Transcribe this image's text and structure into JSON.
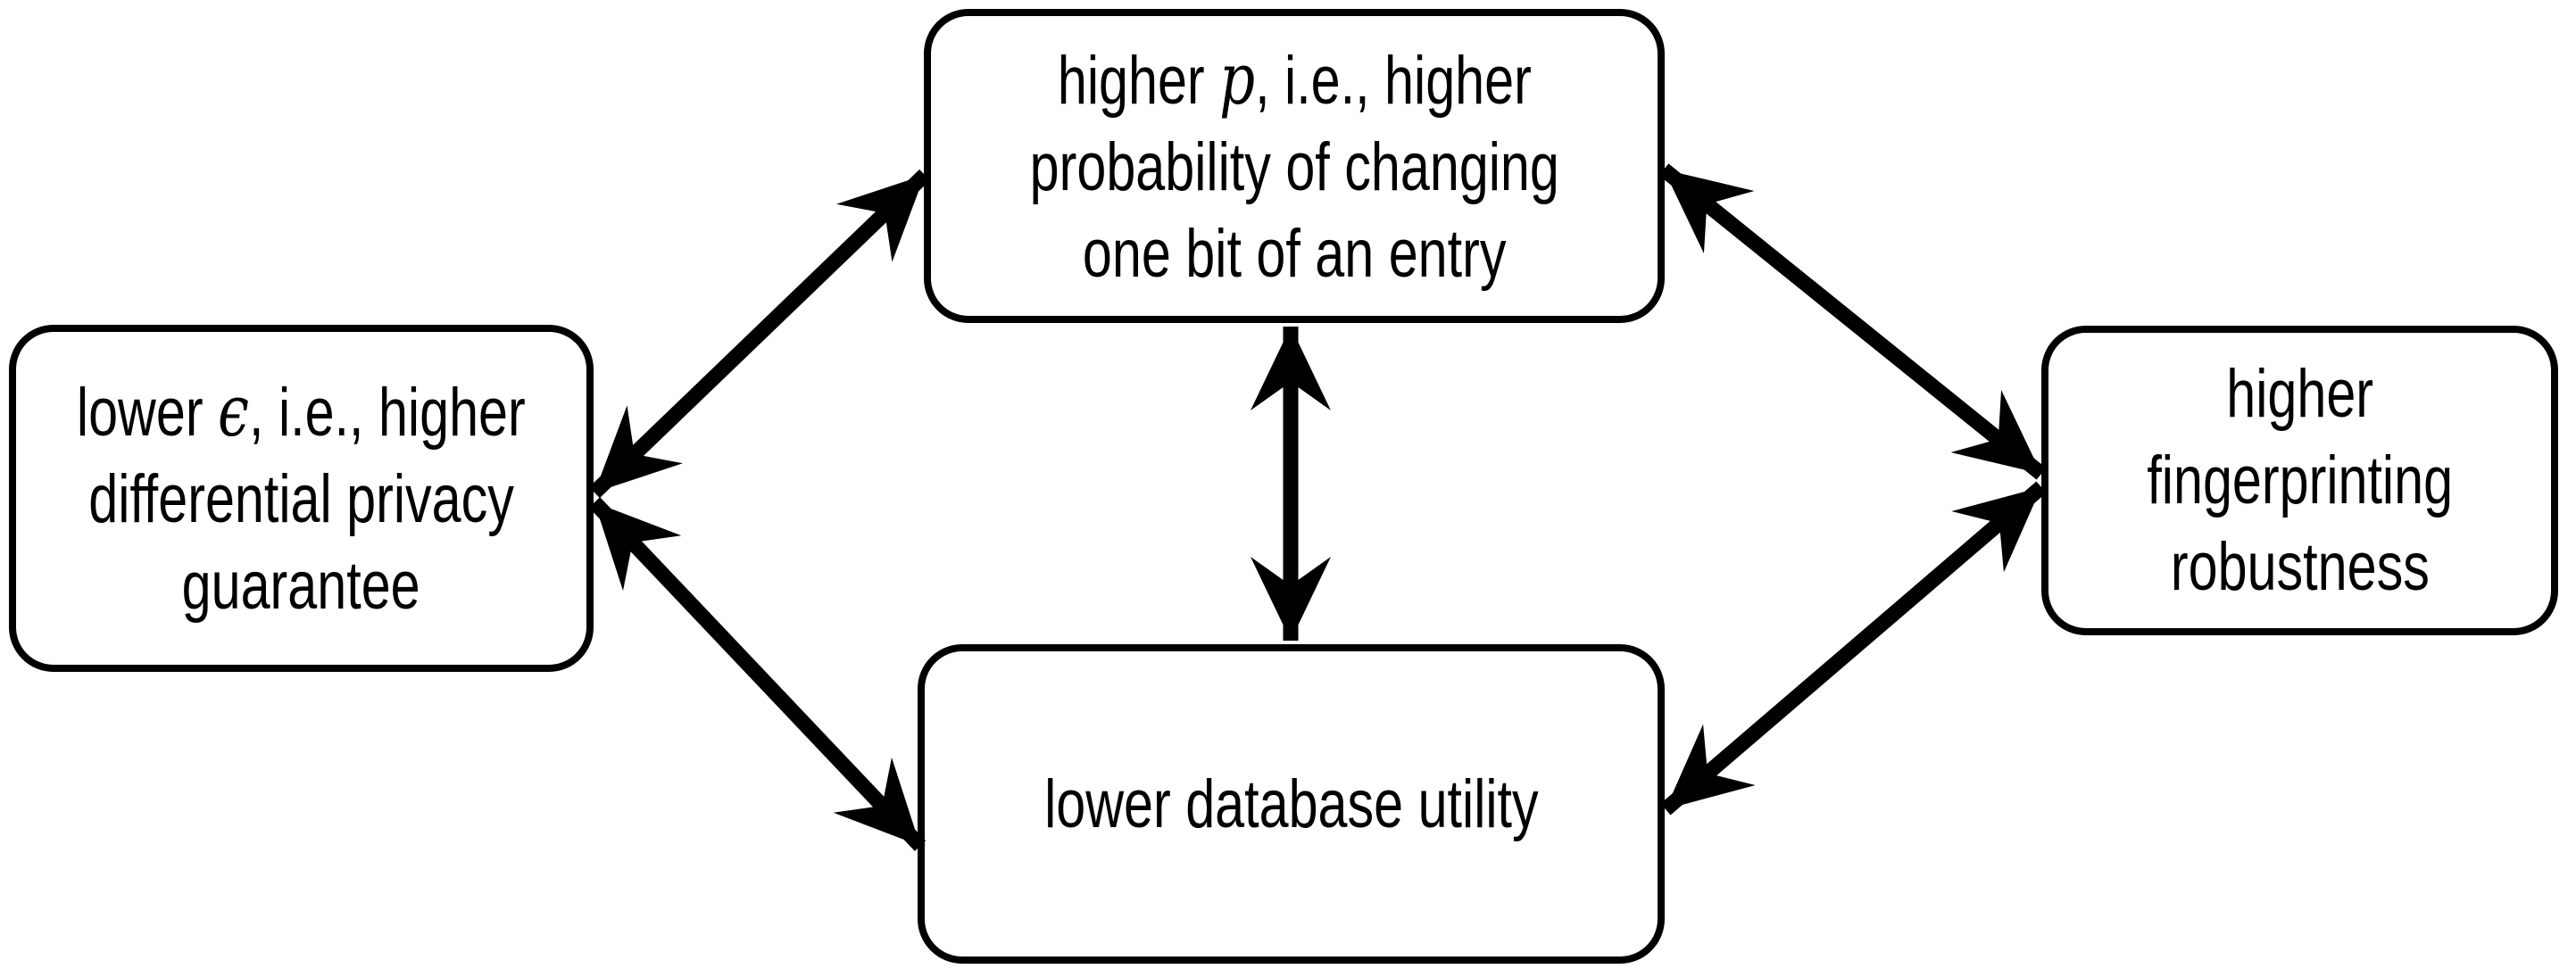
{
  "diagram": {
    "background_color": "#ffffff",
    "node_border_color": "#000000",
    "node_fill_color": "#ffffff",
    "arrow_color": "#000000",
    "nodes": {
      "flip_probability": {
        "position": "top-center",
        "lines": [
          {
            "pre": "higher ",
            "math": "p",
            "post": ", i.e., higher"
          },
          {
            "pre": "probability of changing"
          },
          {
            "pre": "one bit of an entry"
          }
        ]
      },
      "dp_guarantee": {
        "position": "middle-left",
        "lines": [
          {
            "pre": "lower ",
            "math": "ϵ",
            "post": ", i.e., higher"
          },
          {
            "pre": "differential privacy"
          },
          {
            "pre": "guarantee"
          }
        ]
      },
      "fingerprinting_robustness": {
        "position": "middle-right",
        "lines": [
          {
            "pre": "higher"
          },
          {
            "pre": "fingerprinting"
          },
          {
            "pre": "robustness"
          }
        ]
      },
      "database_utility": {
        "position": "bottom-center",
        "lines": [
          {
            "pre": "lower database utility"
          }
        ]
      }
    },
    "edges": [
      {
        "between": [
          "dp_guarantee",
          "flip_probability"
        ],
        "style": "double-headed"
      },
      {
        "between": [
          "dp_guarantee",
          "database_utility"
        ],
        "style": "double-headed"
      },
      {
        "between": [
          "flip_probability",
          "database_utility"
        ],
        "style": "double-headed"
      },
      {
        "between": [
          "flip_probability",
          "fingerprinting_robustness"
        ],
        "style": "double-headed"
      },
      {
        "between": [
          "database_utility",
          "fingerprinting_robustness"
        ],
        "style": "double-headed"
      }
    ]
  }
}
